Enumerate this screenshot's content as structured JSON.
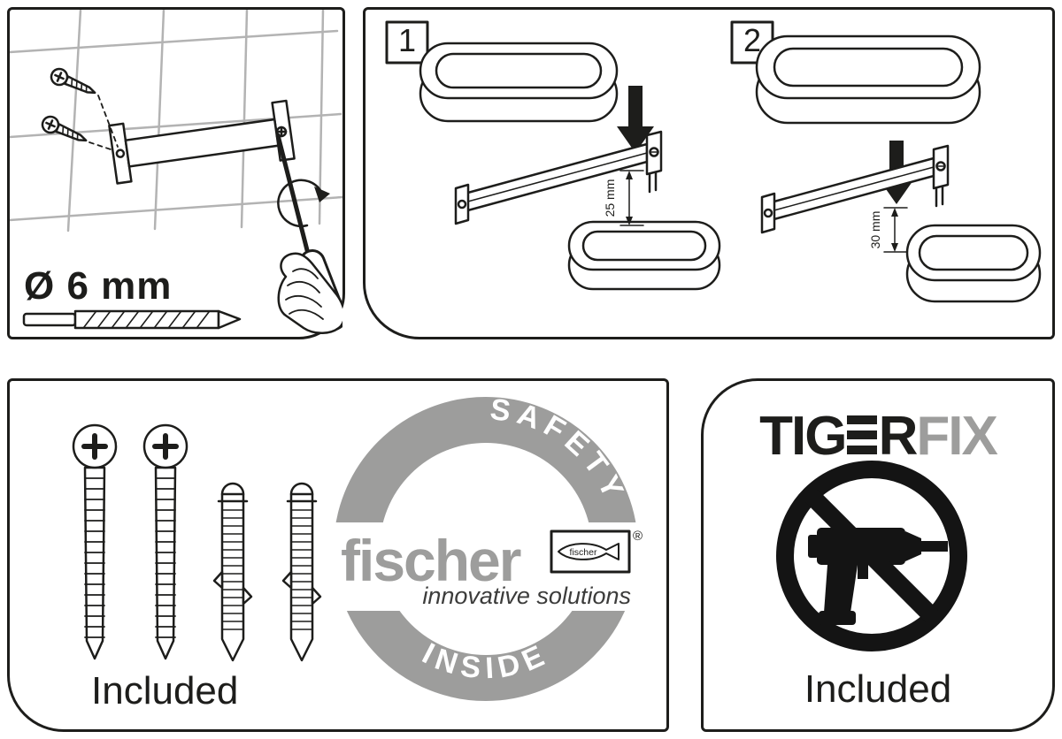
{
  "colors": {
    "ink": "#1d1d1b",
    "brand_gray": "#9d9d9c",
    "tile_gray": "#b3b3b3"
  },
  "drill_panel": {
    "diameter_label": "Ø 6 mm"
  },
  "steps_panel": {
    "step1": {
      "number": "1",
      "dimension_label": "25 mm"
    },
    "step2": {
      "number": "2",
      "dimension_label": "30 mm"
    }
  },
  "hardware_panel": {
    "included_label": "Included",
    "fischer_badge": {
      "arc_top": "SAFETY",
      "arc_bottom": "INSIDE",
      "brand": "fischer",
      "fish_label": "fischer",
      "registered_mark": "®",
      "tagline": "innovative solutions"
    }
  },
  "tigerfix_panel": {
    "brand_full": "TIGERFIX",
    "brand_black_left": "TIG",
    "brand_black_right": "R",
    "brand_gray_part": "FIX",
    "included_label": "Included"
  }
}
